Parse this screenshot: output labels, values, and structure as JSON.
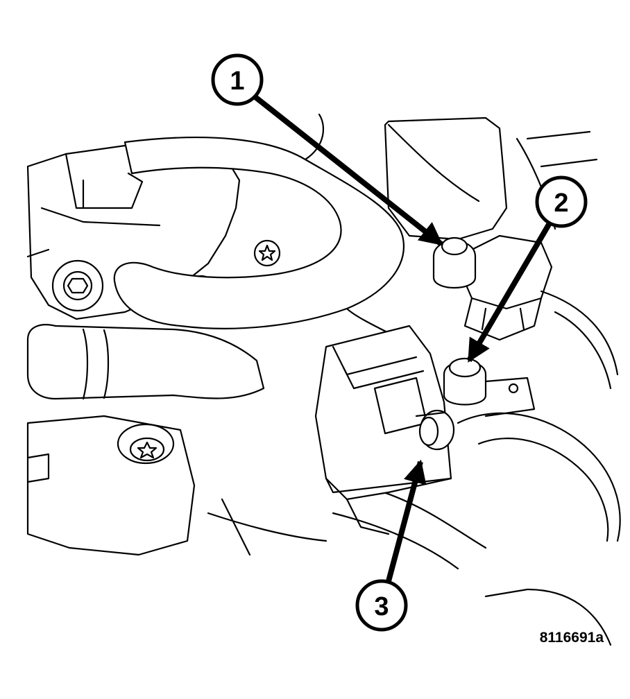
{
  "figure": {
    "id": "8116691a",
    "callouts": [
      {
        "label": "1"
      },
      {
        "label": "2"
      },
      {
        "label": "3"
      }
    ]
  }
}
